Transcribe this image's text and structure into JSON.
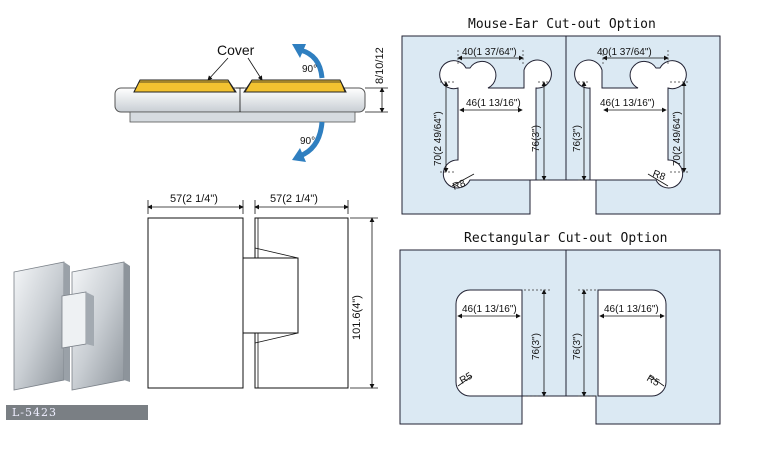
{
  "cover": {
    "label": "Cover",
    "thickness": "8/10/12",
    "angle_up": "90°",
    "angle_down": "90°"
  },
  "hinge_front": {
    "width_left": "57(2 1/4\")",
    "width_right": "57(2 1/4\")",
    "height": "101.6(4\")"
  },
  "mouse_ear": {
    "title": "Mouse-Ear  Cut-out Option",
    "left": {
      "top_width": "40(1 37/64\")",
      "inner_width": "46(1 13/16\")",
      "left_height": "70(2 49/64\")",
      "right_height": "76(3\")",
      "radius": "R8"
    },
    "right": {
      "top_width": "40(1 37/64\")",
      "inner_width": "46(1 13/16\")",
      "left_height": "76(3\")",
      "right_height": "70(2 49/64\")",
      "radius": "R8"
    }
  },
  "rectangular": {
    "title": "Rectangular  Cut-out Option",
    "left": {
      "inner_width": "46(1 13/16\")",
      "height": "76(3\")",
      "radius": "R5"
    },
    "right": {
      "inner_width": "46(1 13/16\")",
      "height": "76(3\")",
      "radius": "R5"
    }
  },
  "model": "L-5423",
  "colors": {
    "glass": "#dbe9f3",
    "cover": "#f2c230",
    "arrow": "#2f7fc0"
  }
}
